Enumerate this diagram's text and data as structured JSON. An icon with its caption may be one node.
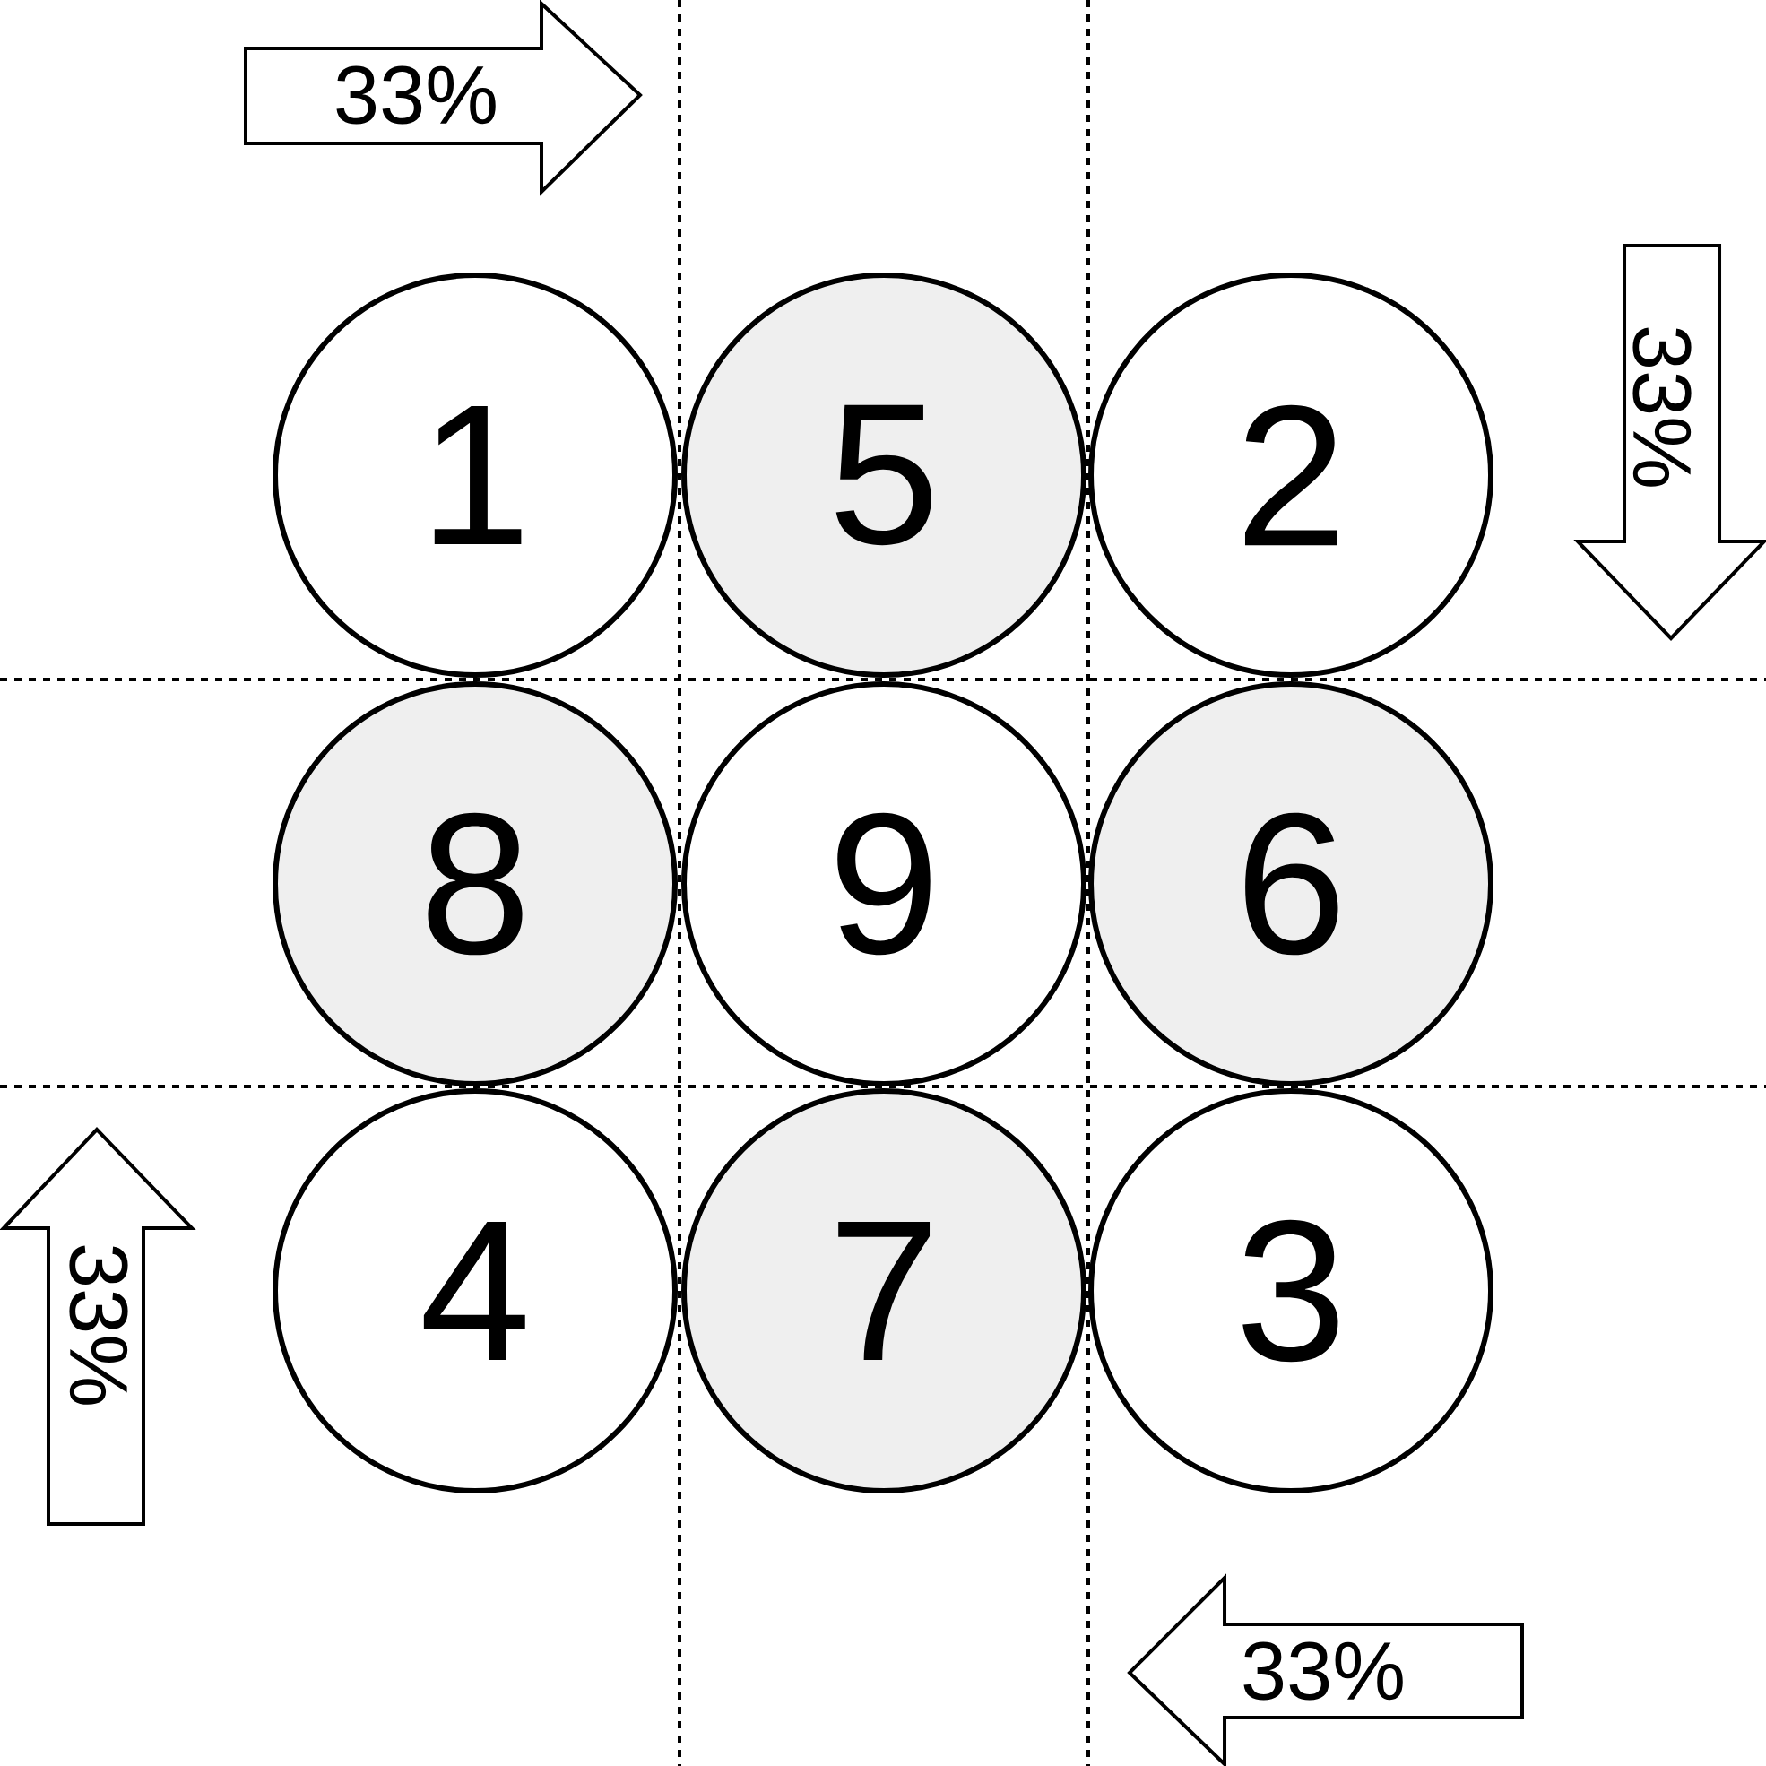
{
  "diagram": {
    "nodes": [
      {
        "text": [
          "33%"
        ]
      },
      {
        "text": [
          "1"
        ]
      },
      {
        "text": [
          "5"
        ]
      },
      {
        "text": [
          "2"
        ]
      },
      {
        "text": [
          "33%"
        ]
      },
      {
        "text": [
          "8"
        ]
      },
      {
        "text": [
          "9"
        ]
      },
      {
        "text": [
          "6"
        ]
      },
      {
        "text": [
          "33%"
        ]
      },
      {
        "text": [
          "4"
        ]
      },
      {
        "text": [
          "7"
        ]
      },
      {
        "text": [
          "3"
        ]
      },
      {
        "text": [
          "33%"
        ]
      }
    ]
  }
}
